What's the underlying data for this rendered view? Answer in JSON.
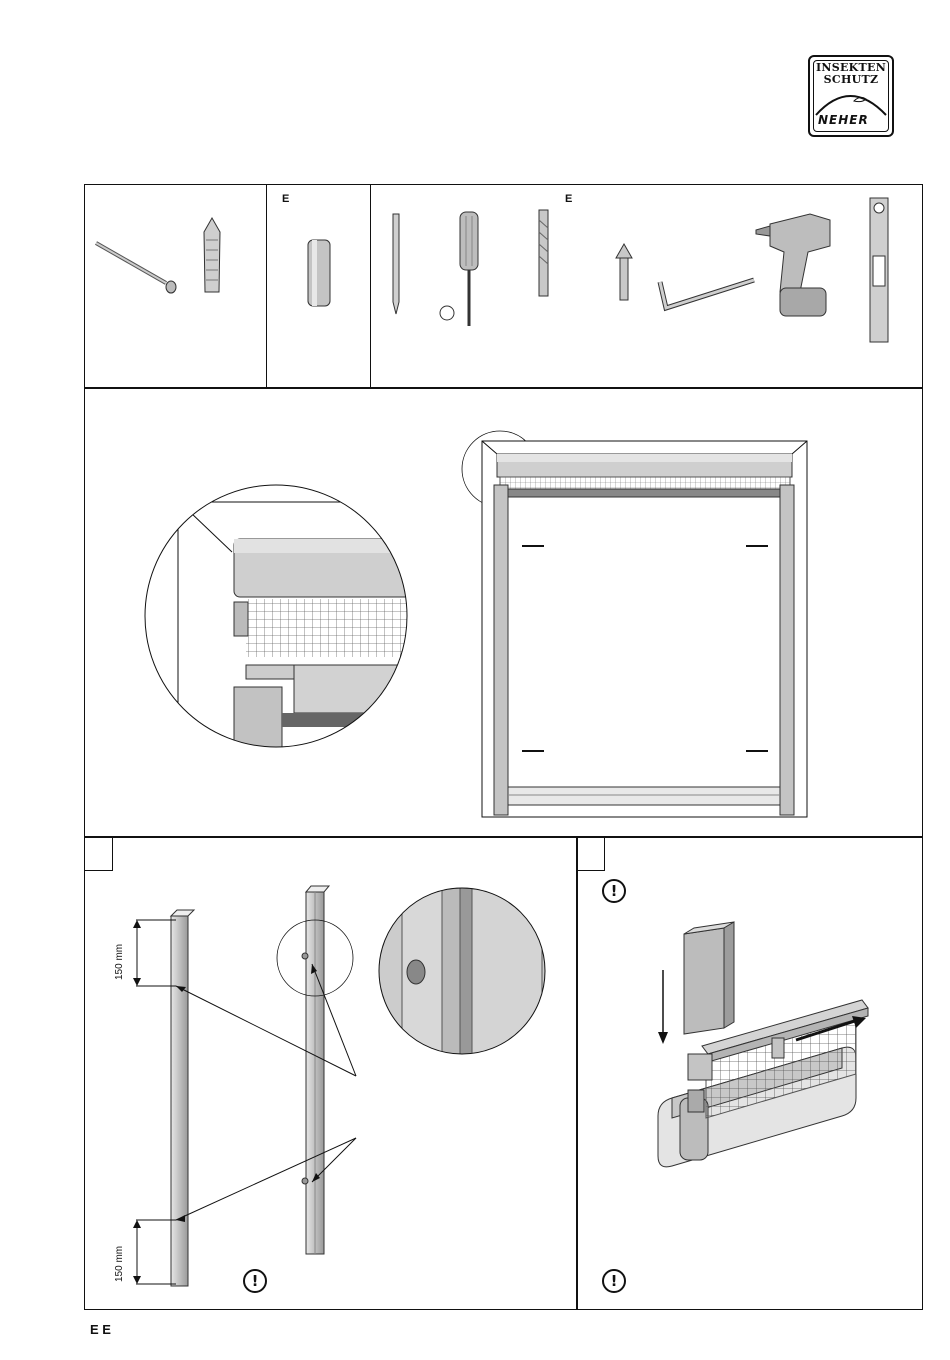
{
  "brand": {
    "line1": "INSEKTEN",
    "line2": "SCHUTZ",
    "name": "NEHER"
  },
  "tools": {
    "section_2_label": "E",
    "section_3_label": "E"
  },
  "step_a": {
    "number": "",
    "dim_top": "150 mm",
    "dim_bottom": "150 mm",
    "warning": "!"
  },
  "step_b": {
    "number": "",
    "warning_top": "!",
    "warning_bottom": "!"
  },
  "footer": {
    "text": "E E"
  },
  "colors": {
    "line": "#111111",
    "metal_light": "#d6d6d6",
    "metal_mid": "#b4b4b4",
    "metal_dark": "#8a8a8a"
  }
}
